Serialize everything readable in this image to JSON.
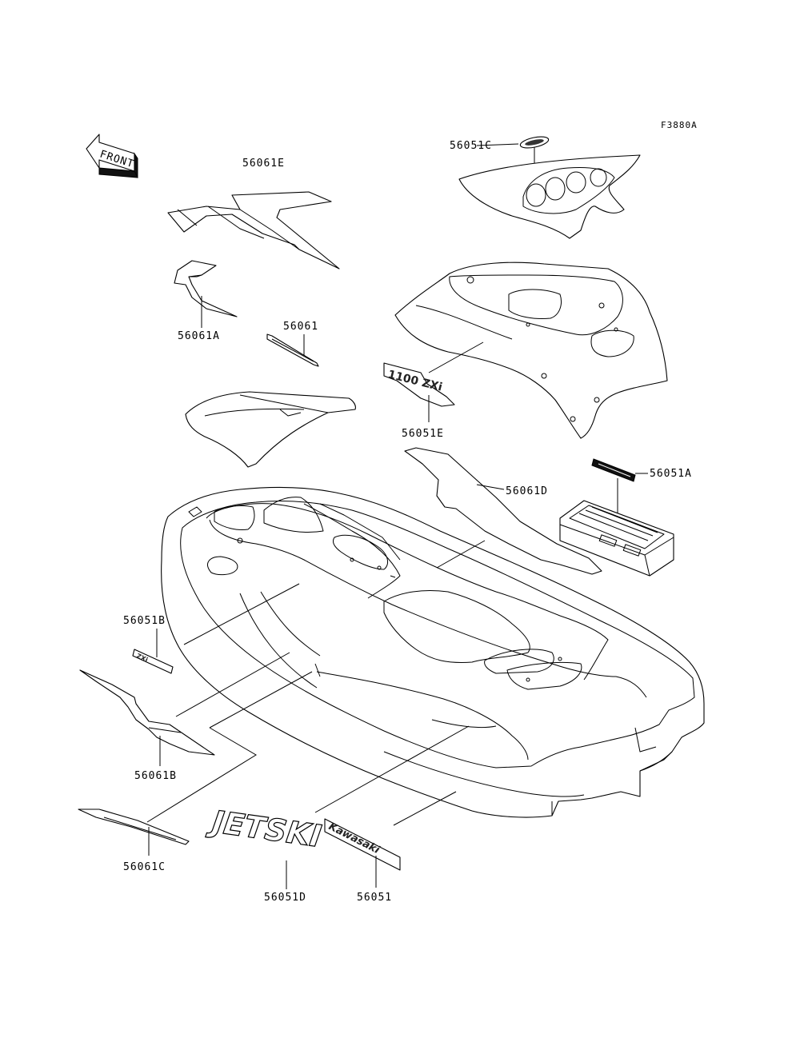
{
  "diagram_ref": "F3880A",
  "front_label": "FRONT",
  "callouts": {
    "c56061E": "56061E",
    "c56051C": "56051C",
    "c56061A": "56061A",
    "c56061": "56061",
    "c56051E": "56051E",
    "c56051A": "56051A",
    "c56061D": "56061D",
    "c56051B": "56051B",
    "c56061B": "56061B",
    "c56061C": "56061C",
    "c56051D": "56051D",
    "c56051": "56051"
  },
  "decal_text": {
    "jetski": "JETSKI",
    "kawasaki": "Kawasaki",
    "model": "1100 ZXi",
    "ultra": "ZXi"
  }
}
